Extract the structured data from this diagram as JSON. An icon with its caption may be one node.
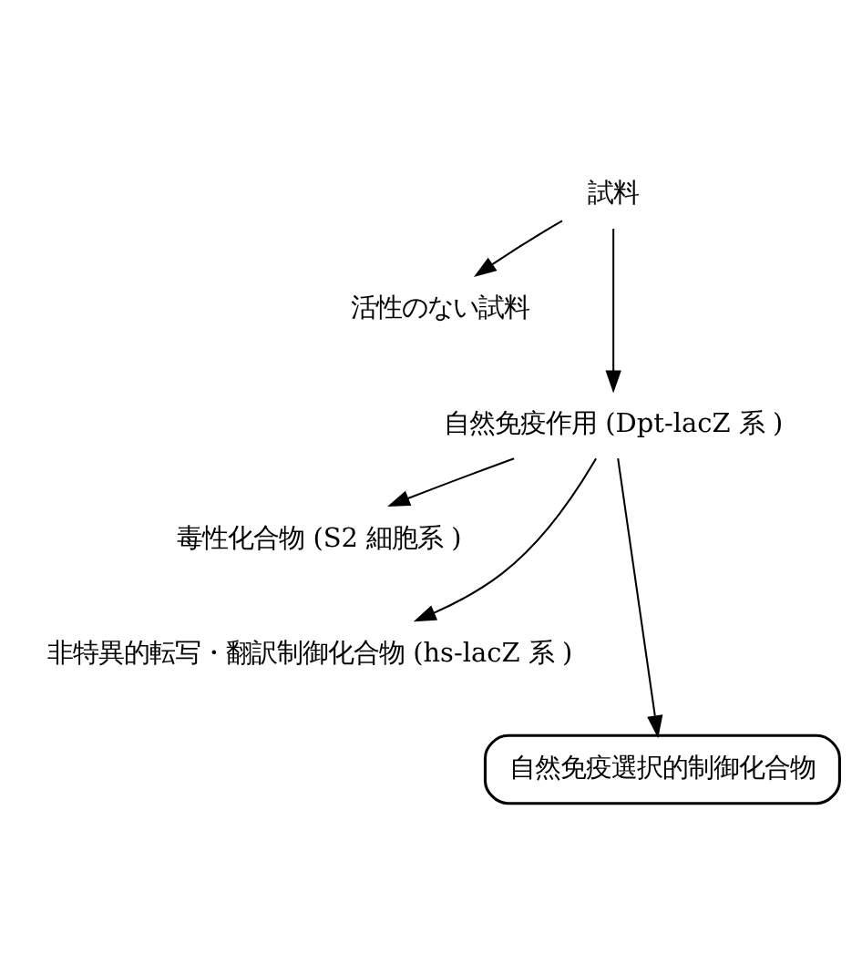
{
  "diagram": {
    "nodes": [
      {
        "text": [
          "試料"
        ]
      },
      {
        "text": [
          "活性のない試料"
        ]
      },
      {
        "text": [
          "自然免疫作用 (Dpt-lacZ 系 )"
        ]
      },
      {
        "text": [
          "毒性化合物 (S2 細胞系 )"
        ]
      },
      {
        "text": [
          "非特異的転写・翻訳制御化合物 (hs-lacZ 系 )"
        ]
      },
      {
        "text": [
          "自然免疫選択的制御化合物"
        ]
      }
    ],
    "edges": [
      {
        "from": 0,
        "to": 1,
        "arrow": "to"
      },
      {
        "from": 0,
        "to": 2,
        "arrow": "to"
      },
      {
        "from": 2,
        "to": 3,
        "arrow": "to"
      },
      {
        "from": 2,
        "to": 4,
        "arrow": "to"
      },
      {
        "from": 2,
        "to": 5,
        "arrow": "to"
      }
    ]
  }
}
